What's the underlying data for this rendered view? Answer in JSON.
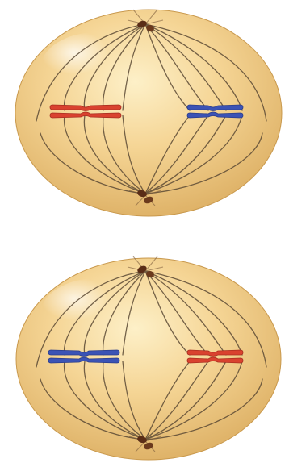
{
  "cells": [
    {
      "id": "top",
      "left_chromosome_color": "red",
      "right_chromosome_color": "blue"
    },
    {
      "id": "bottom",
      "left_chromosome_color": "blue",
      "right_chromosome_color": "red"
    }
  ],
  "colors": {
    "cytoplasm_light": "#fbe6b3",
    "cytoplasm_mid": "#f2cf8a",
    "cytoplasm_dark": "#d9ad60",
    "spindle_fiber": "#5c4a35",
    "red_chromosome": "#d9422f",
    "blue_chromosome": "#3b53b5",
    "centrosome": "#5a2d17"
  }
}
